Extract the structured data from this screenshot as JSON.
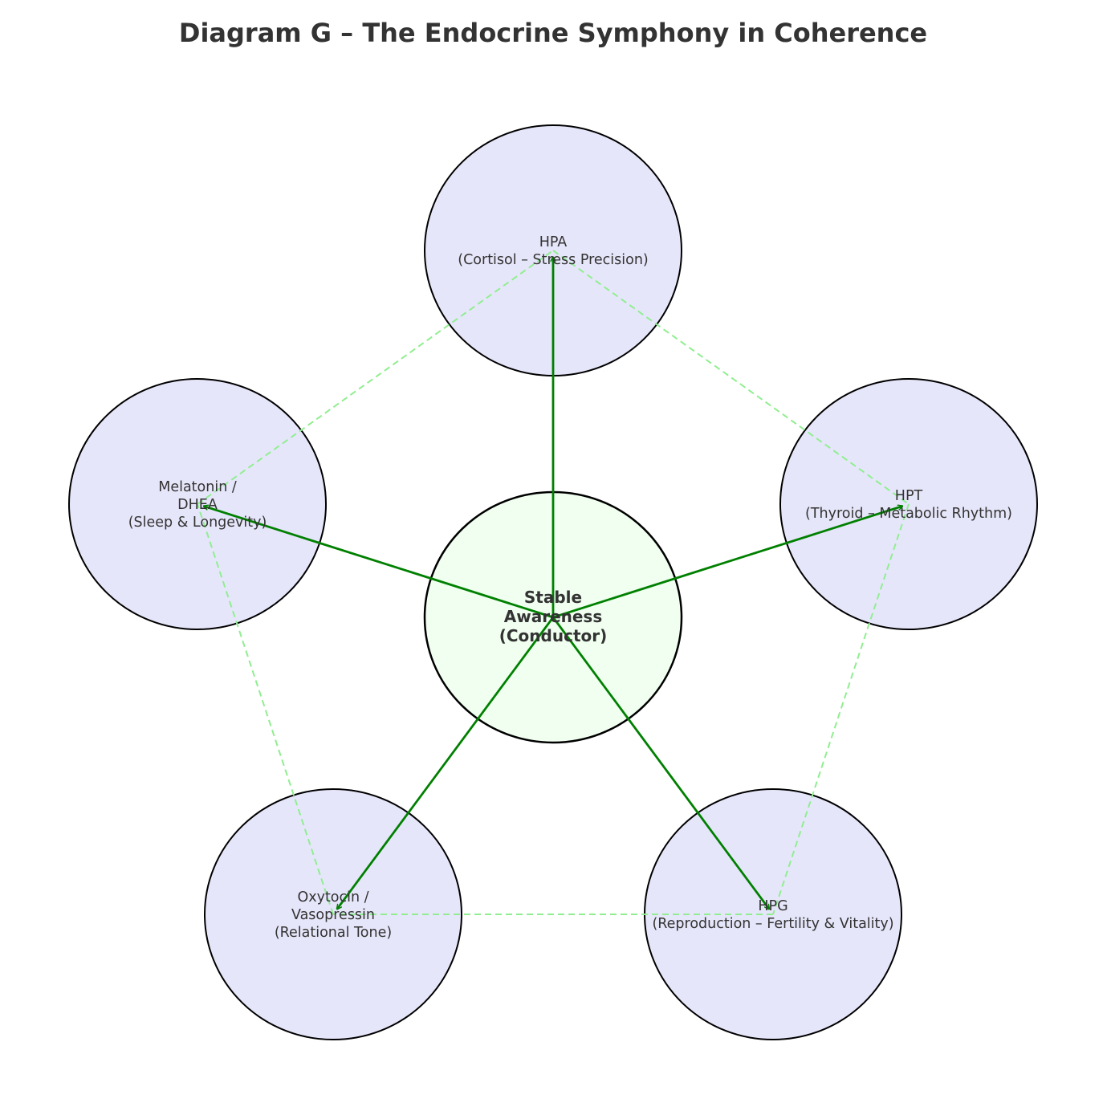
{
  "diagram": {
    "title": "Diagram G – The Endocrine Symphony in Coherence",
    "center": {
      "id": "conductor",
      "lines": [
        "Stable",
        "Awareness",
        "(Conductor)"
      ],
      "fill": "#f0fff0"
    },
    "nodes": [
      {
        "id": "hpa",
        "lines": [
          "HPA",
          "(Cortisol – Stress Precision)"
        ]
      },
      {
        "id": "hpt",
        "lines": [
          "HPT",
          "(Thyroid – Metabolic Rhythm)"
        ]
      },
      {
        "id": "hpg",
        "lines": [
          "HPG",
          "(Reproduction – Fertility & Vitality)"
        ]
      },
      {
        "id": "oxytocin",
        "lines": [
          "Oxytocin /",
          "Vasopressin",
          "(Relational Tone)"
        ]
      },
      {
        "id": "melatonin",
        "lines": [
          "Melatonin /",
          "DHEA",
          "(Sleep & Longevity)"
        ]
      }
    ],
    "arrows": [
      {
        "from": "conductor",
        "to": "hpa"
      },
      {
        "from": "conductor",
        "to": "hpt"
      },
      {
        "from": "conductor",
        "to": "hpg"
      },
      {
        "from": "conductor",
        "to": "oxytocin"
      },
      {
        "from": "conductor",
        "to": "melatonin"
      }
    ],
    "ring_links": [
      {
        "from": "hpa",
        "to": "hpt"
      },
      {
        "from": "hpt",
        "to": "hpg"
      },
      {
        "from": "hpg",
        "to": "oxytocin"
      },
      {
        "from": "oxytocin",
        "to": "melatonin"
      },
      {
        "from": "melatonin",
        "to": "hpa"
      }
    ],
    "colors": {
      "node_fill": "#e6e6fa",
      "node_stroke": "#000000",
      "arrow": "#008000",
      "ring": "#90ee90",
      "text": "#333333"
    }
  }
}
